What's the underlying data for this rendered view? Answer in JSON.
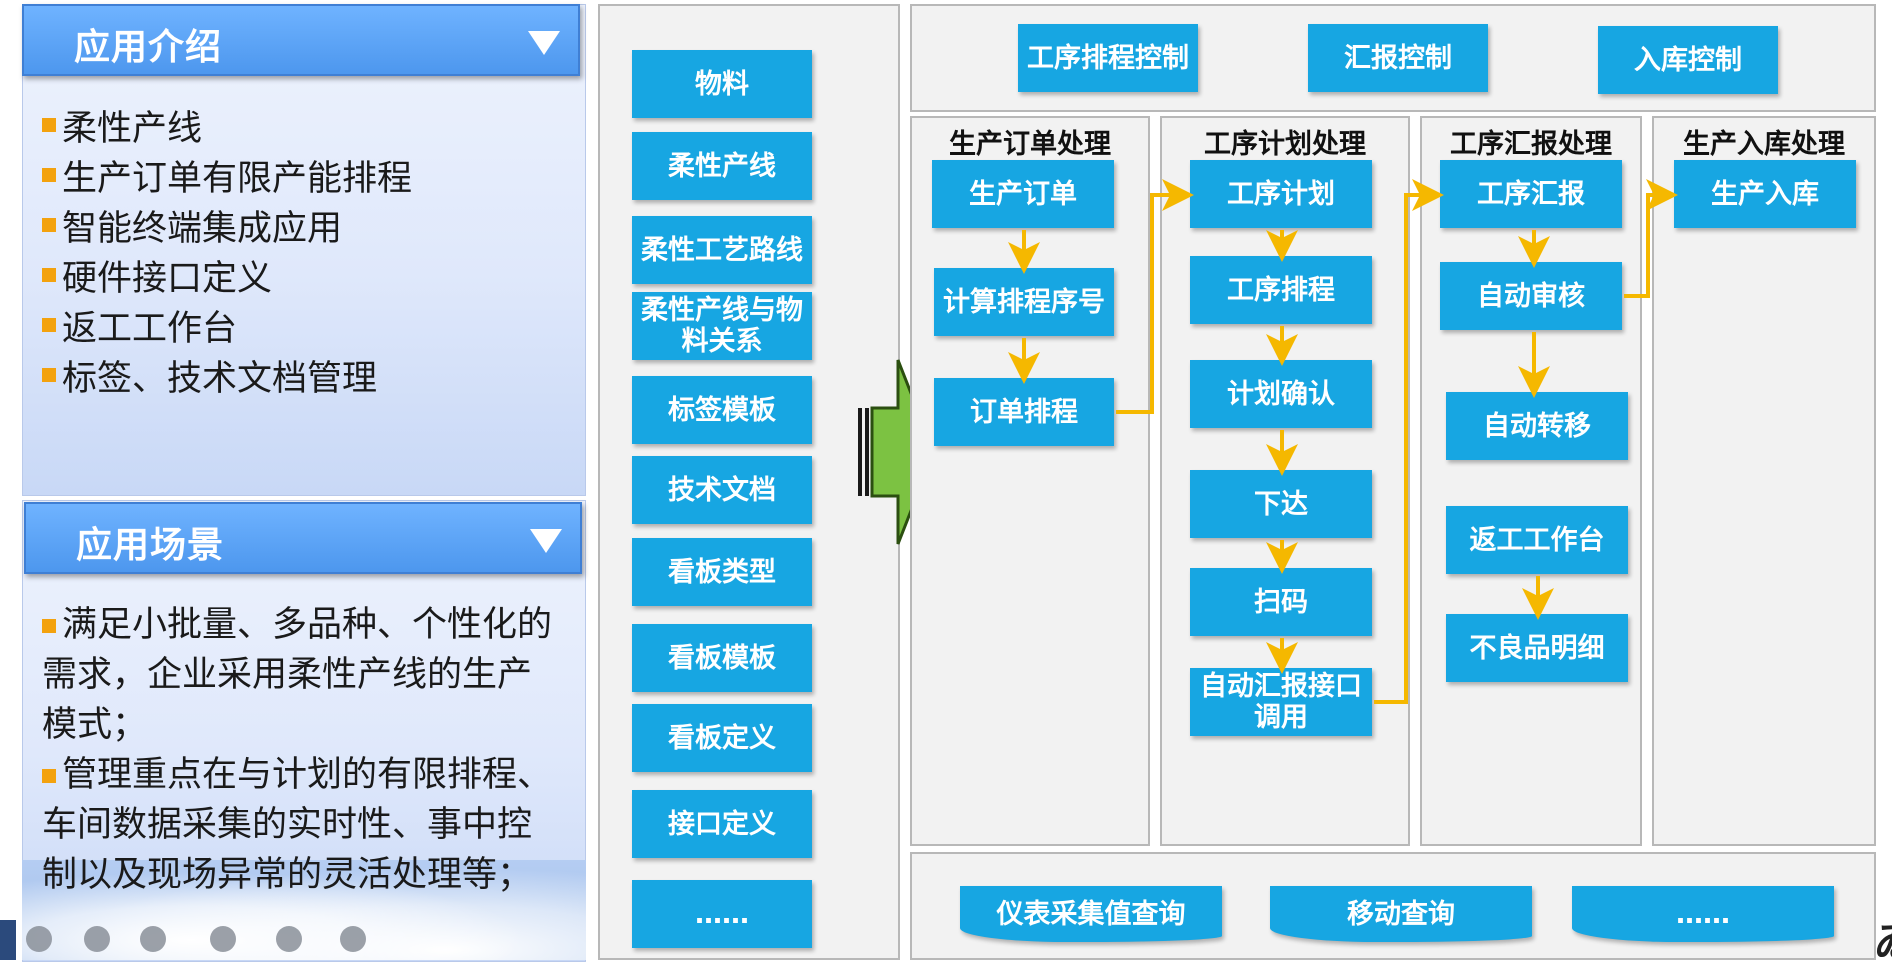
{
  "intro": {
    "title": "应用介绍",
    "items": [
      "柔性产线",
      "生产订单有限产能排程",
      "智能终端集成应用",
      "硬件接口定义",
      "返工工作台",
      "标签、技术文档管理"
    ]
  },
  "scene": {
    "title": "应用场景",
    "paragraphs": [
      "满足小批量、多品种、个性化的需求，企业采用柔性产线的生产模式；",
      "管理重点在与计划的有限排程、车间数据采集的实时性、事中控制以及现场异常的灵活处理等；"
    ]
  },
  "master_data": [
    "物料",
    "柔性产线",
    "柔性工艺路线",
    "柔性产线与物料关系",
    "标签模板",
    "技术文档",
    "看板类型",
    "看板模板",
    "看板定义",
    "接口定义",
    "……"
  ],
  "controls": [
    "工序排程控制",
    "汇报控制",
    "入库控制"
  ],
  "columns": {
    "order": {
      "title": "生产订单处理",
      "steps": [
        "生产订单",
        "计算排程序号",
        "订单排程"
      ]
    },
    "plan": {
      "title": "工序计划处理",
      "steps": [
        "工序计划",
        "工序排程",
        "计划确认",
        "下达",
        "扫码",
        "自动汇报接口调用"
      ]
    },
    "report": {
      "title": "工序汇报处理",
      "steps": [
        "工序汇报",
        "自动审核",
        "自动转移",
        "返工工作台",
        "不良品明细"
      ]
    },
    "stock": {
      "title": "生产入库处理",
      "steps": [
        "生产入库"
      ]
    }
  },
  "queries": [
    "仪表采集值查询",
    "移动查询",
    "……"
  ],
  "colors": {
    "box": "#17a6e2",
    "connector": "#f5b800",
    "header": "#4d97ee",
    "bullet": "#f3a20e",
    "arrow": "#7cc242"
  }
}
